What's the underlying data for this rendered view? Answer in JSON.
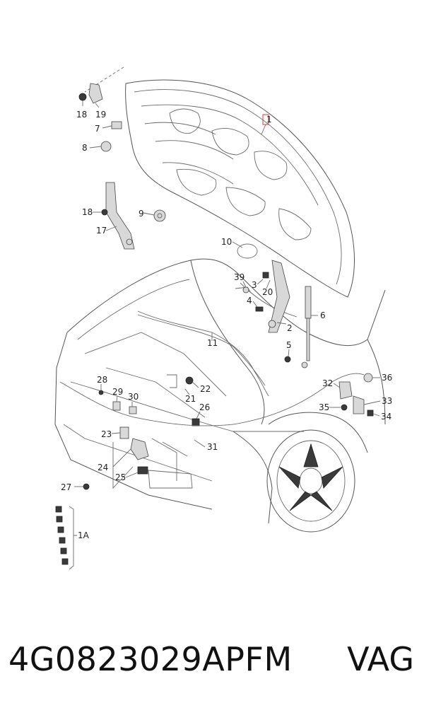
{
  "callouts": [
    {
      "id": "1",
      "text": "1"
    },
    {
      "id": "1A",
      "text": "1A"
    },
    {
      "id": "2",
      "text": "2"
    },
    {
      "id": "3",
      "text": "3"
    },
    {
      "id": "4",
      "text": "4"
    },
    {
      "id": "5",
      "text": "5"
    },
    {
      "id": "6",
      "text": "6"
    },
    {
      "id": "7",
      "text": "7"
    },
    {
      "id": "8",
      "text": "8"
    },
    {
      "id": "9",
      "text": "9"
    },
    {
      "id": "10",
      "text": "10"
    },
    {
      "id": "11",
      "text": "11"
    },
    {
      "id": "17",
      "text": "17"
    },
    {
      "id": "18a",
      "text": "18"
    },
    {
      "id": "18b",
      "text": "18"
    },
    {
      "id": "19",
      "text": "19"
    },
    {
      "id": "20",
      "text": "20"
    },
    {
      "id": "21",
      "text": "21"
    },
    {
      "id": "22",
      "text": "22"
    },
    {
      "id": "23",
      "text": "23"
    },
    {
      "id": "24",
      "text": "24"
    },
    {
      "id": "25",
      "text": "25"
    },
    {
      "id": "26",
      "text": "26"
    },
    {
      "id": "27",
      "text": "27"
    },
    {
      "id": "28",
      "text": "28"
    },
    {
      "id": "29",
      "text": "29"
    },
    {
      "id": "30",
      "text": "30"
    },
    {
      "id": "31",
      "text": "31"
    },
    {
      "id": "32",
      "text": "32"
    },
    {
      "id": "33",
      "text": "33"
    },
    {
      "id": "34",
      "text": "34"
    },
    {
      "id": "35",
      "text": "35"
    },
    {
      "id": "36",
      "text": "36"
    },
    {
      "id": "39",
      "text": "39"
    }
  ],
  "footer": {
    "part_number": "4G0823029APFM",
    "brand": "VAG"
  }
}
